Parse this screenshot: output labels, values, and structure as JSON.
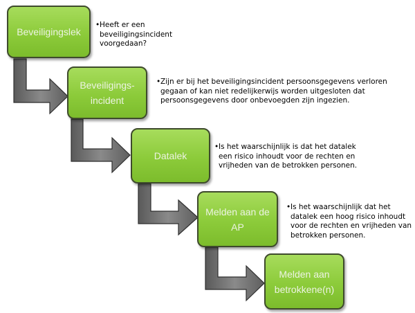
{
  "steps": [
    {
      "label": "Beveiligingslek",
      "note": "Heeft er een beveiligingsincident voorgedaan?"
    },
    {
      "label": "Beveiligings-incident",
      "note": "Zijn er bij het beveiligingsincident persoonsgegevens verloren gegaan of kan niet redelijkerwijs worden uitgesloten dat persoonsgegevens door onbevoegden zijn ingezien."
    },
    {
      "label": "Datalek",
      "note": "Is het waarschijnlijk is dat het datalek een risico inhoudt voor de rechten en vrijheden van de betrokken personen."
    },
    {
      "label": "Melden aan de AP",
      "note": "Is het waarschijnlijk dat het datalek een hoog risico inhoudt voor de rechten en vrijheden van betrokken personen."
    },
    {
      "label": "Melden aan betrokkene(n)"
    }
  ],
  "colors": {
    "box_fill": "#8ccb3a",
    "box_border": "#3e4a2c",
    "box_text": "#ecf3e2",
    "arrow_fill": "#6e6e6e"
  }
}
